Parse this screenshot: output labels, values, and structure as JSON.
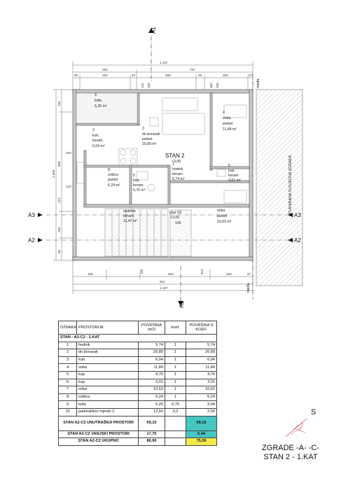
{
  "section_markers": {
    "a1_top": "A1",
    "a1_bottom": "A1",
    "a2_left": "A2",
    "a2_right": "A2",
    "a3_left": "A3",
    "a3_right": "A3"
  },
  "plan_labels": {
    "medja_top": "međa",
    "medja_bottom": "međa",
    "neighbour": "PLANIRANA SUSJEDNA ZGRADA",
    "stan": "STAN 2",
    "stan_level": "+3,00",
    "ulaz": "ulaz S2",
    "ulaz_level": "+3,00",
    "ulaz_sub": "165"
  },
  "rooms": [
    {
      "num": "9",
      "name": "lođa",
      "area": "5,25 m²"
    },
    {
      "num": "2",
      "name": "dn.boravak",
      "finish": "parket",
      "area": "20,89 m²"
    },
    {
      "num": "4",
      "name": "soba",
      "finish": "parket",
      "area": "11,84 m²"
    },
    {
      "num": "3",
      "name": "kuh.",
      "finish": "keram.",
      "area": "6,04 m²"
    },
    {
      "num": "1",
      "name": "hodnik",
      "finish": "keram.",
      "area": "5,74 m²"
    },
    {
      "num": "6",
      "name": "kup.",
      "finish": "keram.",
      "area": "3,01 m²"
    },
    {
      "num": "8",
      "name": "sobica",
      "finish": "parket",
      "area": "6,24 m²"
    },
    {
      "num": "5",
      "name": "kup.",
      "finish": "keram.",
      "area": "4,76 m²"
    },
    {
      "num": "7",
      "name": "soba",
      "finish": "parket",
      "area": "10,63 m²"
    },
    {
      "name": "stubište",
      "finish": "keram.",
      "area": "11,42 m²"
    }
  ],
  "dims": {
    "top_total": "1.107",
    "top_row2": [
      "350",
      "757"
    ],
    "top_row3": [
      "40",
      "310",
      "40",
      "385",
      "25",
      "280",
      "27"
    ],
    "top_inner": [
      "110",
      "230",
      "160",
      "230"
    ],
    "bottom_row1": [
      "195",
      "110",
      "490",
      "910",
      "330",
      "27"
    ],
    "bottom_total_1": "912",
    "bottom_total_2": "1.107",
    "left_total": "1.000",
    "left_parts": [
      "150",
      "895",
      "100",
      "140",
      "215",
      "255",
      "40"
    ]
  },
  "table": {
    "headers": [
      "OZNAKA",
      "PROSTORIJA",
      "POVRŠINA (m2)",
      "koef.",
      "POVRŠINA S KOEF."
    ],
    "group_title": "STAN - A2-C2 - 1.KAT",
    "rows": [
      [
        "1",
        "hodnik",
        "5,74",
        "1",
        "5,74"
      ],
      [
        "2",
        "dn.boravak",
        "20,89",
        "1",
        "20,89"
      ],
      [
        "3",
        "kuh.",
        "6,04",
        "1",
        "6,04"
      ],
      [
        "4",
        "soba",
        "11,84",
        "1",
        "11,84"
      ],
      [
        "5",
        "kup.",
        "4,76",
        "1",
        "4,76"
      ],
      [
        "6",
        "kup.",
        "3,01",
        "1",
        "3,01"
      ],
      [
        "7",
        "soba",
        "10,63",
        "1",
        "10,63"
      ],
      [
        "8",
        "sobica",
        "6,24",
        "1",
        "6,24"
      ],
      [
        "9",
        "lođa",
        "5,25",
        "0,75",
        "3,94"
      ],
      [
        "10",
        "parkirališno mjesto 2",
        "12,50",
        "0,2",
        "2,50"
      ]
    ],
    "totals": [
      {
        "label": "STAN A2-C2 UNUTRAŠNJI PROSTORI",
        "area": "69,15",
        "value": "69,15",
        "color": "#45c6c2"
      },
      {
        "label": "STAN A2-C2 VANJSKI PROSTORI",
        "area": "17,75",
        "value": "6,44",
        "color": "#45c6c2"
      },
      {
        "label": "STAN A2-C2 UKUPNO",
        "area": "86,90",
        "value": "75,59",
        "color": "#f3ea4c"
      }
    ]
  },
  "north_label": "S",
  "title": {
    "line1": "ZGRADE -A- -C-",
    "line2": "STAN 2 - 1.KAT"
  }
}
